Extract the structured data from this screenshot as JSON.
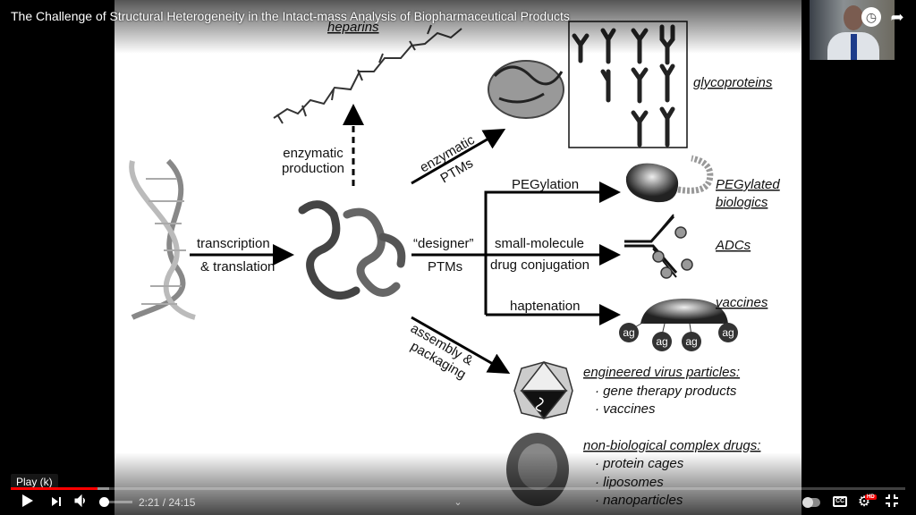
{
  "video": {
    "title": "The Challenge of Structural Heterogeneity in the Intact-mass Analysis of Biopharmaceutical Products"
  },
  "slide": {
    "heparins": "heparins",
    "enzymatic_production": [
      "enzymatic",
      "production"
    ],
    "enzymatic_ptms": [
      "enzymatic",
      "PTMs"
    ],
    "glycoproteins": "glycoproteins",
    "transcription": [
      "transcription",
      "& translation"
    ],
    "designer_ptms": [
      "“designer”",
      "PTMs"
    ],
    "pegylation": "PEGylation",
    "small_molecule": [
      "small-molecule",
      "drug conjugation"
    ],
    "haptenation": "haptenation",
    "pegylated_biologics": [
      "PEGylated",
      "biologics"
    ],
    "adcs": "ADCs",
    "vaccines": "vaccines",
    "ag": "ag",
    "assembly": [
      "assembly &",
      "packaging"
    ],
    "virus_particles": {
      "title": "engineered virus particles:",
      "items": [
        "· gene therapy products",
        "· vaccines"
      ]
    },
    "complex_drugs": {
      "title": "non-biological complex drugs:",
      "items": [
        "· protein cages",
        "· liposomes",
        "· nanoparticles"
      ]
    }
  },
  "player": {
    "tooltip": "Play (k)",
    "current_time": "2:21",
    "duration": "24:15",
    "time_display": "2:21 / 24:15",
    "progress_percent": 9.7,
    "buffered_percent": 11,
    "volume_percent": 20,
    "quality_badge": "HD",
    "cc_label": "CC",
    "accent": "#ff0000"
  }
}
